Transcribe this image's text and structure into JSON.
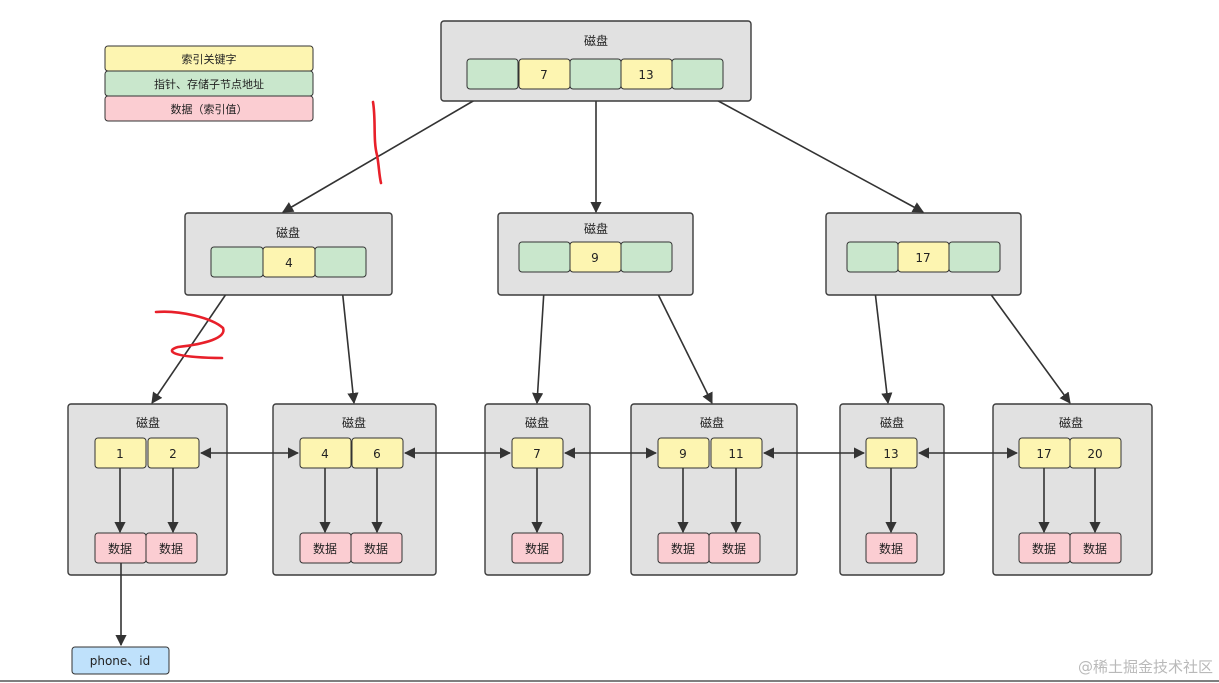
{
  "legend": {
    "key_label": "索引关键字",
    "pointer_label": "指针、存储子节点地址",
    "data_label": "数据（索引值）",
    "colors": {
      "key": "#fdf5b1",
      "pointer": "#c9e7cc",
      "data": "#fbcdd2",
      "extra": "#bfe1fb"
    }
  },
  "disk_label": "磁盘",
  "root": {
    "keys": [
      "7",
      "13"
    ]
  },
  "internal": [
    {
      "label": "磁盘",
      "keys": [
        "4"
      ]
    },
    {
      "label": "磁盘",
      "keys": [
        "9"
      ]
    },
    {
      "label": "",
      "keys": [
        "17"
      ]
    }
  ],
  "leaves": [
    {
      "label": "磁盘",
      "keys": [
        "1",
        "2"
      ],
      "data": [
        "数据",
        "数据"
      ]
    },
    {
      "label": "磁盘",
      "keys": [
        "4",
        "6"
      ],
      "data": [
        "数据",
        "数据"
      ]
    },
    {
      "label": "磁盘",
      "keys": [
        "7"
      ],
      "data": [
        "数据"
      ]
    },
    {
      "label": "磁盘",
      "keys": [
        "9",
        "11"
      ],
      "data": [
        "数据",
        "数据"
      ]
    },
    {
      "label": "磁盘",
      "keys": [
        "13"
      ],
      "data": [
        "数据"
      ]
    },
    {
      "label": "磁盘",
      "keys": [
        "17",
        "20"
      ],
      "data": [
        "数据",
        "数据"
      ]
    }
  ],
  "extra_node": "phone、id",
  "watermark": "@稀土掘金技术社区"
}
